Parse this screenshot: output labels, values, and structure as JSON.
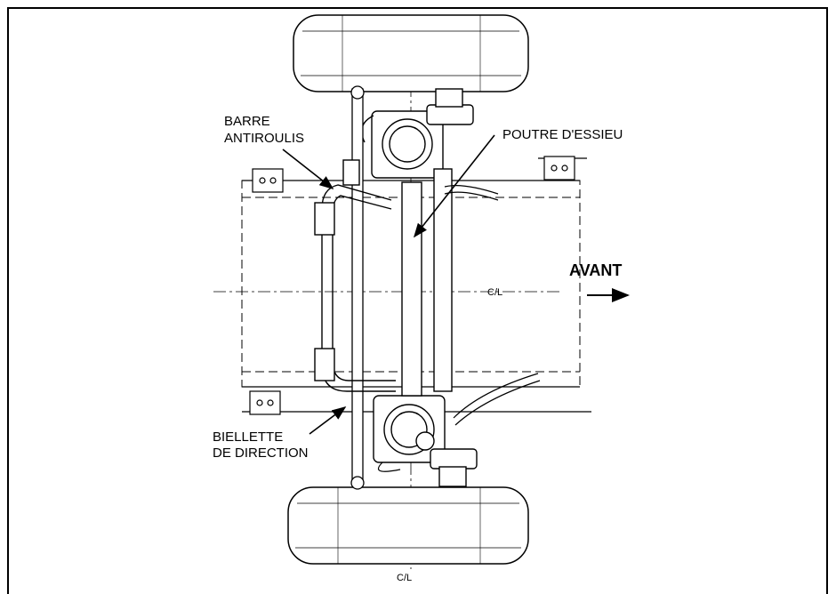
{
  "labels": {
    "barre_line1": "BARRE",
    "barre_line2": "ANTIROULIS",
    "poutre": "POUTRE D'ESSIEU",
    "avant": "AVANT",
    "biellette_line1": "BIELLETTE",
    "biellette_line2": "DE DIRECTION",
    "centerline_horizontal": "C/L",
    "centerline_vertical": "C/L"
  },
  "colors": {
    "line": "#000000",
    "background": "#ffffff"
  }
}
